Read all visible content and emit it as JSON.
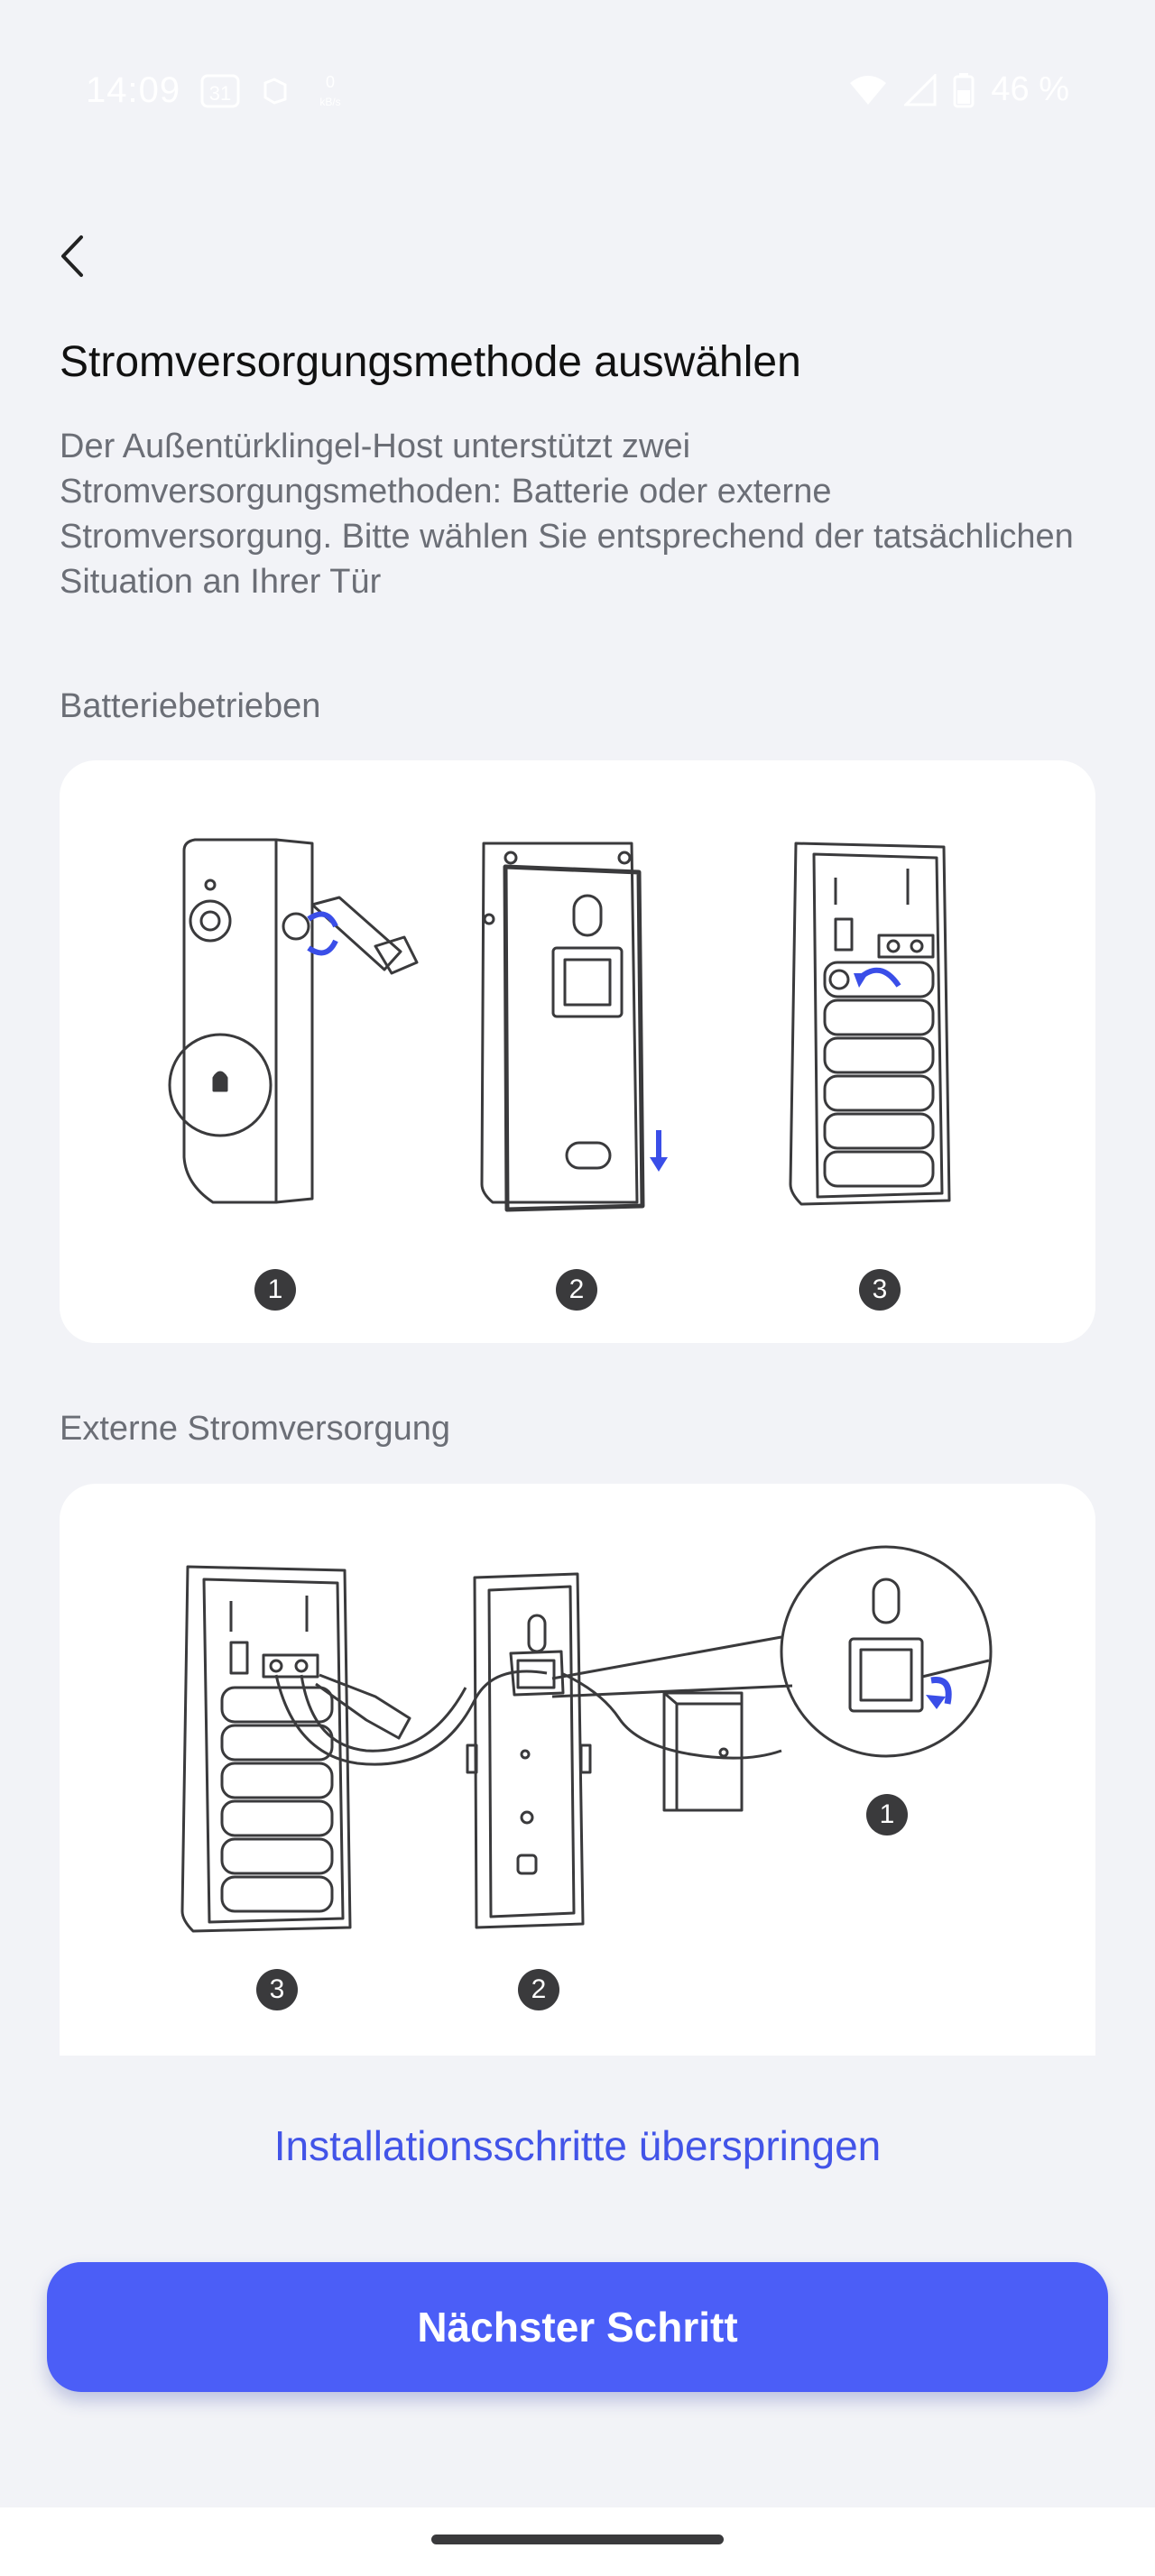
{
  "status_bar": {
    "time": "14:09",
    "calendar_day": "31",
    "net_speed_value": "0",
    "net_speed_unit": "kB/s",
    "battery_percent": "46 %"
  },
  "page": {
    "title": "Stromversorgungsmethode auswählen",
    "description": "Der Außentürklingel-Host unterstützt zwei Stromversorgungsmethoden: Batterie oder externe Stromversorgung. Bitte wählen Sie entsprechend der tatsächlichen Situation an Ihrer Tür"
  },
  "battery_section": {
    "label": "Batteriebetrieben",
    "steps": [
      "1",
      "2",
      "3"
    ]
  },
  "external_section": {
    "label": "Externe Stromversorgung",
    "steps": [
      "3",
      "2",
      "1"
    ]
  },
  "actions": {
    "skip_label": "Installationsschritte überspringen",
    "next_label": "Nächster Schritt"
  },
  "colors": {
    "accent": "#4b5ef7",
    "link": "#4254e8",
    "background": "#f2f3f7",
    "illustration_blue": "#3a4ee8"
  }
}
